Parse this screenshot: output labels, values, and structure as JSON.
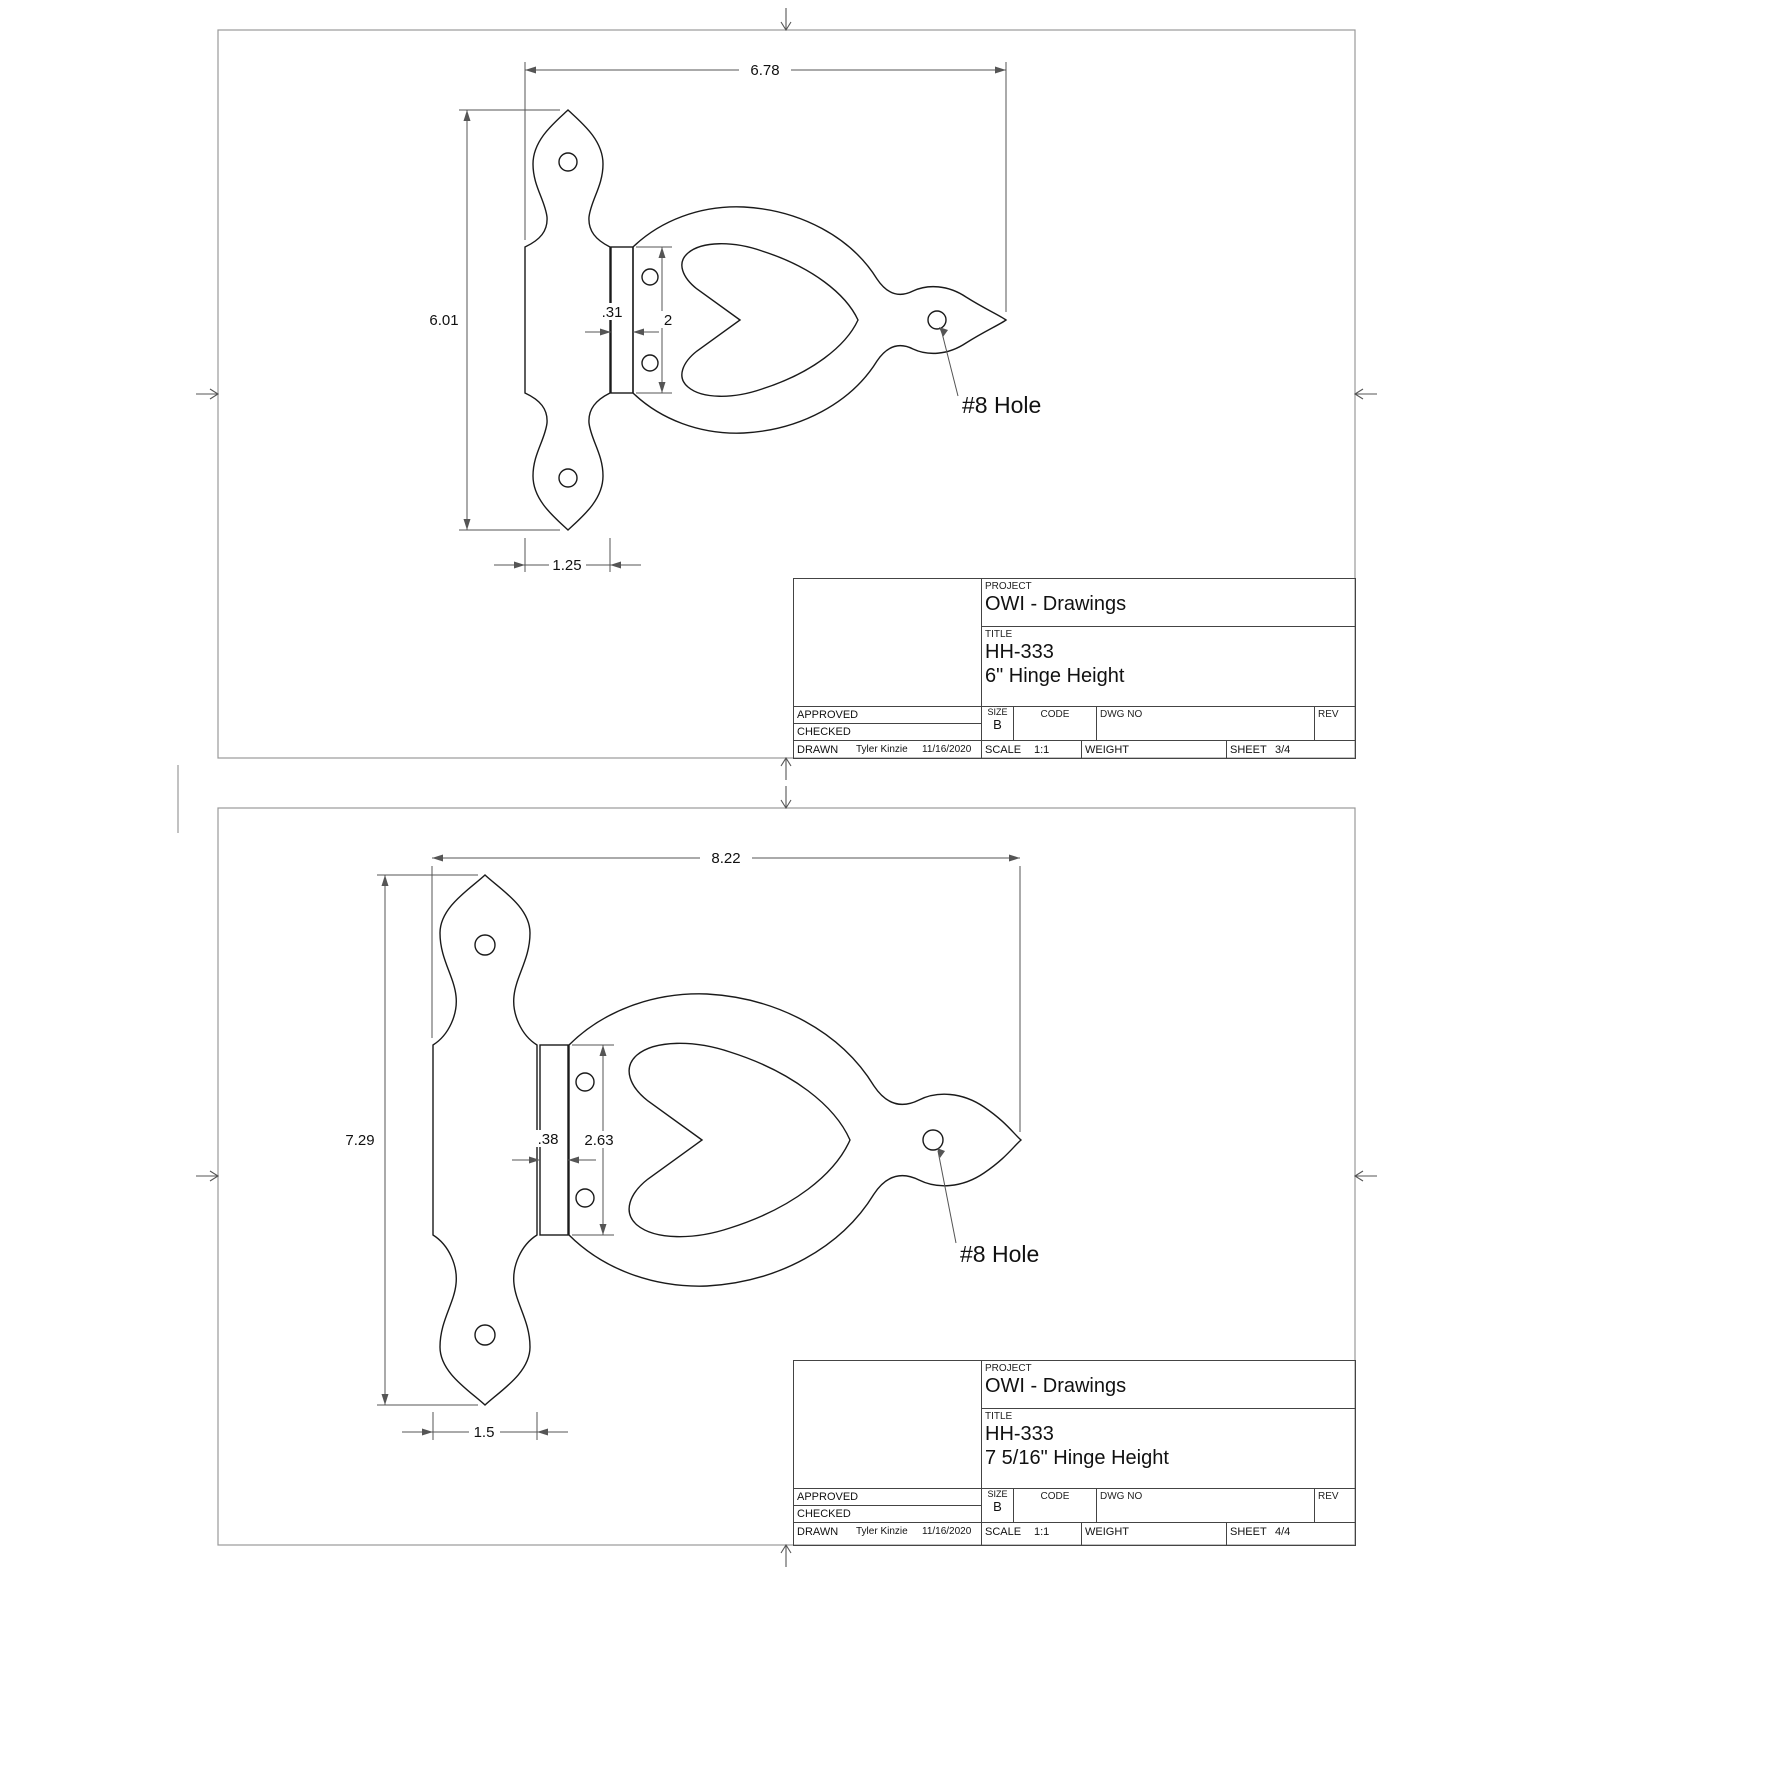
{
  "sheets": [
    {
      "dims": {
        "overall_width": "6.78",
        "overall_height": "6.01",
        "strap_width": "1.25",
        "knuckle_width": ".31",
        "attach_height": "2"
      },
      "hole_label": "#8 Hole",
      "titleblock": {
        "project_label": "PROJECT",
        "project": "OWI - Drawings",
        "title_label": "TITLE",
        "title_line1": "HH-333",
        "title_line2": "6\" Hinge Height",
        "approved_label": "APPROVED",
        "checked_label": "CHECKED",
        "drawn_label": "DRAWN",
        "drawn_by": "Tyler Kinzie",
        "drawn_date": "11/16/2020",
        "size_label": "SIZE",
        "size_value": "B",
        "code_label": "CODE",
        "dwg_no_label": "DWG NO",
        "rev_label": "REV",
        "scale_label": "SCALE",
        "scale_value": "1:1",
        "weight_label": "WEIGHT",
        "sheet_label": "SHEET",
        "sheet_value": "3/4"
      }
    },
    {
      "dims": {
        "overall_width": "8.22",
        "overall_height": "7.29",
        "strap_width": "1.5",
        "knuckle_width": ".38",
        "attach_height": "2.63"
      },
      "hole_label": "#8 Hole",
      "titleblock": {
        "project_label": "PROJECT",
        "project": "OWI - Drawings",
        "title_label": "TITLE",
        "title_line1": "HH-333",
        "title_line2": "7 5/16\" Hinge Height",
        "approved_label": "APPROVED",
        "checked_label": "CHECKED",
        "drawn_label": "DRAWN",
        "drawn_by": "Tyler Kinzie",
        "drawn_date": "11/16/2020",
        "size_label": "SIZE",
        "size_value": "B",
        "code_label": "CODE",
        "dwg_no_label": "DWG NO",
        "rev_label": "REV",
        "scale_label": "SCALE",
        "scale_value": "1:1",
        "weight_label": "WEIGHT",
        "sheet_label": "SHEET",
        "sheet_value": "4/4"
      }
    }
  ]
}
